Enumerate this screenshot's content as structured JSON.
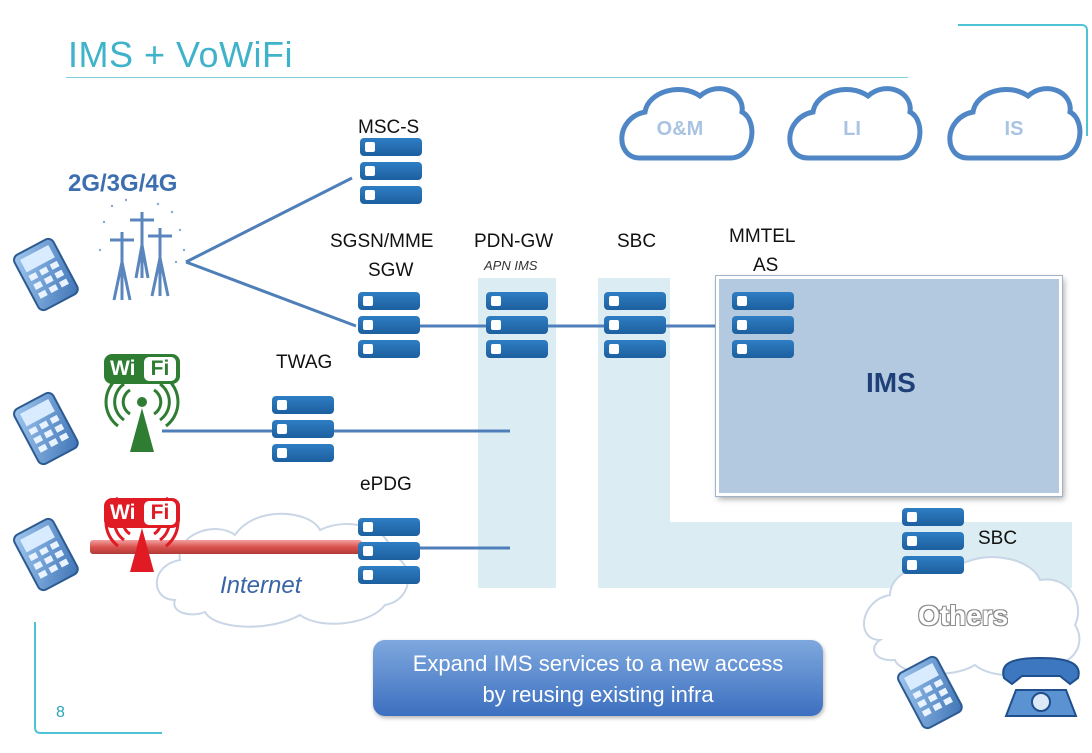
{
  "title": "IMS + VoWiFi",
  "page_number": "8",
  "access": {
    "cellular_label": "2G/3G/4G",
    "wifi_trusted": {
      "wi": "Wi",
      "fi": "Fi"
    },
    "wifi_untrusted": {
      "wi": "Wi",
      "fi": "Fi"
    },
    "internet_label": "Internet"
  },
  "nodes": {
    "msc_s": "MSC-S",
    "sgsn_mme": "SGSN/MME",
    "sgw": "SGW",
    "pdn_gw": "PDN-GW",
    "pdn_gw_sub": "APN IMS",
    "sbc_core": "SBC",
    "mmtel": "MMTEL",
    "mmtel_as": "AS",
    "twag": "TWAG",
    "epdg": "ePDG",
    "sbc_peer": "SBC"
  },
  "ims_label": "IMS",
  "clouds": [
    "O&M",
    "LI",
    "IS"
  ],
  "others_label": "Others",
  "callout": {
    "line1": "Expand IMS services to a new access",
    "line2": "by reusing existing infra"
  },
  "colors": {
    "title": "#3fb3c9",
    "server_blue": "#1f66a8",
    "wifi_green": "#2e7d32",
    "wifi_red": "#e01b24",
    "ims_box": "#b3c9e0"
  }
}
